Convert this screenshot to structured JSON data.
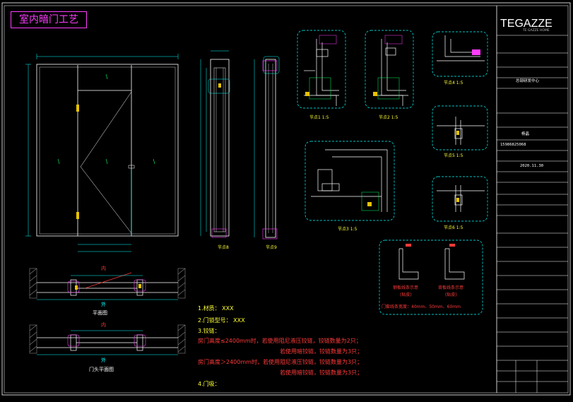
{
  "drawing": {
    "title": "室内暗门工艺",
    "brand": {
      "name": "TEGAZZE",
      "tagline": "TE GAZZE HOME"
    },
    "detail_labels": [
      "节点1 1:5",
      "节点2 1:5",
      "节点3 1:5",
      "节点4 1:5",
      "节点5 1:5",
      "节点6 1:5",
      "节点8",
      "节点9"
    ],
    "plan_labels": {
      "inside_1": "内",
      "outside_1": "外",
      "plan_caption": "平面图",
      "inside_2": "内",
      "outside_2": "外",
      "head_plan_caption": "门头平面图"
    },
    "notes": [
      "1.材质： XXX",
      "2.门锁型号： XXX",
      "3.铰链：",
      "房门高度≤2400mm时，若使用阻尼液压铰链，铰链数量为2只；",
      "若使用暗铰链，铰链数量为3只；",
      "房门高度＞2400mm时，若使用阻尼液压铰链，铰链数量为3只；",
      "若使用暗铰链，铰链数量为3只；",
      "4.门吸："
    ],
    "profile_note": {
      "left_caption": "钢板线条示意",
      "left_sub": "(贴皮)",
      "right_caption": "背板线条示意",
      "right_sub": "(贴皮)",
      "widths": "门套线条宽度：40mm、50mm、60mm"
    },
    "title_block": {
      "phone": "15986825068",
      "date": "2020.11.30",
      "name": "杨晶",
      "center": "总部研发中心"
    }
  }
}
